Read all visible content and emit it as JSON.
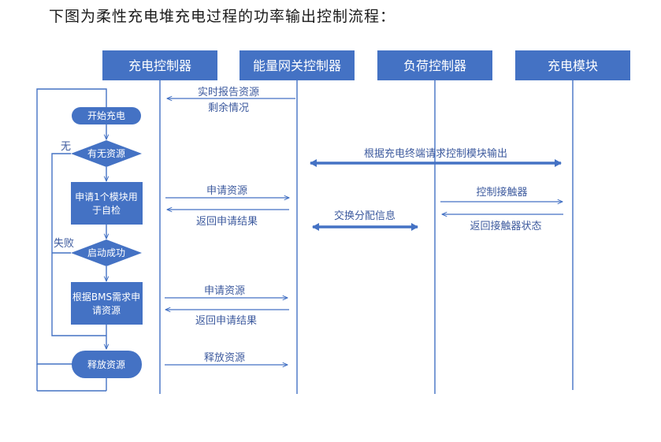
{
  "intro": "下图为柔性充电堆充电过程的功率输出控制流程：",
  "colors": {
    "lane": "#4472c4",
    "line": "#4472c4",
    "text": "#3d5a9e"
  },
  "lanes": [
    "充电控制器",
    "能量网关控制器",
    "负荷控制器",
    "充电模块"
  ],
  "flow": {
    "start": "开始充电",
    "decision1": "有无资源",
    "decision1_no": "无",
    "step1": [
      "申请1个模块用",
      "于自检"
    ],
    "decision2": "启动成功",
    "decision2_fail": "失败",
    "step2": [
      "根据BMS需求申",
      "请资源"
    ],
    "end": "释放资源"
  },
  "messages": {
    "report": [
      "实时报告资源",
      "剩余情况"
    ],
    "module_output": "根据充电终端请求控制模块输出",
    "apply1": "申请资源",
    "result1": "返回申请结果",
    "exchange": "交换分配信息",
    "contactor": "控制接触器",
    "contactor_status": "返回接触器状态",
    "apply2": "申请资源",
    "result2": "返回申请结果",
    "release": "释放资源"
  }
}
